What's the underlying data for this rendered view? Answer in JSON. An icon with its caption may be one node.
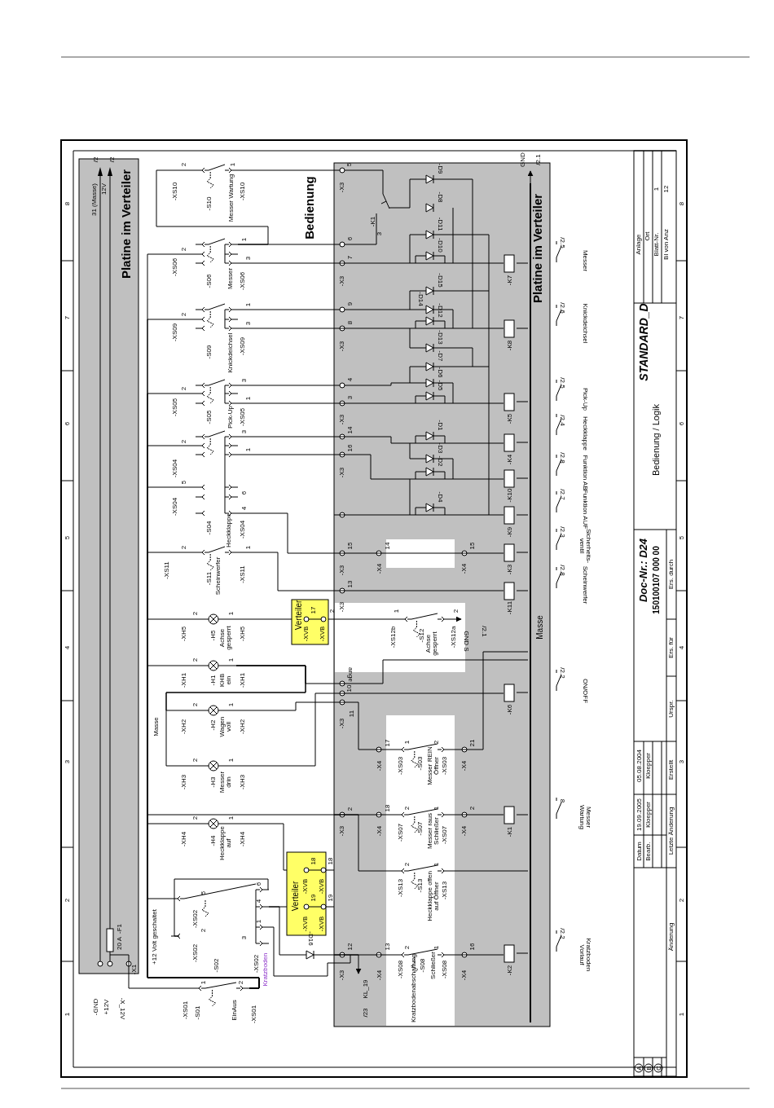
{
  "diagram": {
    "nodes": [
      {
        "text": [
          "Platine im Verteiler"
        ]
      },
      {
        "text": [
          "Platine im Verteiler"
        ]
      },
      {
        "text": [
          "Verteiler"
        ]
      },
      {
        "text": [
          "Verteiler"
        ]
      },
      {
        "text": [
          "-S10",
          "Messer Wartung"
        ]
      },
      {
        "text": [
          "-S06",
          "Messer"
        ]
      },
      {
        "text": [
          "-S09",
          "Knickdeichsel"
        ]
      },
      {
        "text": [
          "-S05",
          "Pick-Up"
        ]
      },
      {
        "text": [
          "-S04",
          "Heckklappe"
        ]
      },
      {
        "text": [
          "-S11",
          "Scheinwerfer"
        ]
      },
      {
        "text": [
          "-H5",
          "Achse gesperrt"
        ]
      },
      {
        "text": [
          "-H1",
          "KHB ein"
        ]
      },
      {
        "text": [
          "-H2",
          "Wagen voll"
        ]
      },
      {
        "text": [
          "-H3",
          "Messer drin"
        ]
      },
      {
        "text": [
          "-H4",
          "Heckklappe auf"
        ]
      },
      {
        "text": [
          "-S02"
        ]
      },
      {
        "text": [
          "-S01",
          "EinAus"
        ]
      },
      {
        "text": [
          "-F1",
          "20 A"
        ],
        "in": 0
      },
      {
        "text": [
          "-S12",
          "Achse gesperrt"
        ],
        "in": 1
      },
      {
        "text": [
          "-S03",
          "Messer REIN Öffner"
        ],
        "in": 1
      },
      {
        "text": [
          "-S07",
          "Messer raus Schließer"
        ],
        "in": 1
      },
      {
        "text": [
          "-S13",
          "Heckklappe offen auf Öffner"
        ],
        "in": 1
      },
      {
        "text": [
          "Kratzbodenabschaltung",
          "-S08",
          "Schließer"
        ],
        "in": 1
      },
      {
        "text": [
          "-D16"
        ]
      },
      {
        "text": [
          "-K7"
        ],
        "in": 1
      },
      {
        "text": [
          "-K8"
        ],
        "in": 1
      },
      {
        "text": [
          "-K5"
        ],
        "in": 1
      },
      {
        "text": [
          "-K4"
        ],
        "in": 1
      },
      {
        "text": [
          "-K10"
        ],
        "in": 1
      },
      {
        "text": [
          "-K9"
        ],
        "in": 1
      },
      {
        "text": [
          "-K3"
        ],
        "in": 1
      },
      {
        "text": [
          "-K11"
        ],
        "in": 1
      },
      {
        "text": [
          "-K6"
        ],
        "in": 1
      },
      {
        "text": [
          "-K1"
        ],
        "in": 1
      },
      {
        "text": [
          "-K2"
        ],
        "in": 1
      },
      {
        "text": [],
        "shape": "bar",
        "in": 1
      },
      {
        "text": [
          "GND S"
        ],
        "beside": [
          "/2.1"
        ],
        "in": 1
      },
      {
        "text": [
          "GND"
        ],
        "beside": [
          "/2.1"
        ]
      },
      {
        "text": [
          "KL_19"
        ],
        "beside": [
          "/23"
        ],
        "in": 1
      }
    ],
    "edges": [
      {
        "from": 4,
        "to": 1,
        "arrow": "none"
      },
      {
        "from": 4,
        "to": 5,
        "arrow": "none"
      },
      {
        "from": 5,
        "to": 1,
        "arrow": "none"
      },
      {
        "from": 5,
        "to": 1,
        "arrow": "none"
      },
      {
        "from": 6,
        "to": 1,
        "arrow": "none"
      },
      {
        "from": 6,
        "to": 1,
        "arrow": "none"
      },
      {
        "from": 7,
        "to": 1,
        "arrow": "none"
      },
      {
        "from": 7,
        "to": 1,
        "arrow": "none"
      },
      {
        "from": 8,
        "to": 1,
        "arrow": "none"
      },
      {
        "from": 8,
        "to": 1,
        "arrow": "none"
      },
      {
        "from": 8,
        "to": 1,
        "arrow": "none"
      },
      {
        "from": 9,
        "to": 1,
        "arrow": "none"
      },
      {
        "from": 10,
        "to": 2,
        "arrow": "none"
      },
      {
        "from": 2,
        "to": 18,
        "arrow": "none"
      },
      {
        "from": 18,
        "to": 36,
        "arrow": "to"
      },
      {
        "from": 11,
        "to": 1,
        "arrow": "none"
      },
      {
        "from": 11,
        "to": 12,
        "arrow": "none"
      },
      {
        "from": 11,
        "to": 13,
        "arrow": "none"
      },
      {
        "from": 12,
        "to": 1,
        "arrow": "none"
      },
      {
        "from": 13,
        "to": 1,
        "arrow": "none"
      },
      {
        "from": 14,
        "to": 3,
        "arrow": "none"
      },
      {
        "from": 3,
        "to": 1,
        "arrow": "none"
      },
      {
        "from": 3,
        "to": 1,
        "arrow": "none"
      },
      {
        "from": 15,
        "to": 3,
        "arrow": "none"
      },
      {
        "from": 15,
        "to": 23,
        "arrow": "none"
      },
      {
        "from": 23,
        "to": 1,
        "arrow": "none"
      },
      {
        "from": 15,
        "to": 1,
        "arrow": "none"
      },
      {
        "from": 17,
        "to": 16,
        "arrow": "none"
      },
      {
        "from": 16,
        "to": 5,
        "arrow": "none"
      },
      {
        "from": 16,
        "to": 6,
        "arrow": "none"
      },
      {
        "from": 16,
        "to": 7,
        "arrow": "none"
      },
      {
        "from": 16,
        "to": 8,
        "arrow": "none"
      },
      {
        "from": 16,
        "to": 8,
        "arrow": "none"
      },
      {
        "from": 16,
        "to": 9,
        "arrow": "none"
      },
      {
        "from": 16,
        "to": 10,
        "arrow": "none"
      },
      {
        "from": 16,
        "to": 11,
        "arrow": "none"
      },
      {
        "from": 16,
        "to": 14,
        "arrow": "none"
      },
      {
        "from": 16,
        "to": 15,
        "arrow": "none"
      },
      {
        "from": 16,
        "to": 1,
        "arrow": "none"
      },
      {
        "from": 20,
        "to": 33,
        "arrow": "none"
      },
      {
        "from": 22,
        "to": 34,
        "arrow": "none"
      },
      {
        "from": 1,
        "to": 24,
        "arrow": "none"
      },
      {
        "from": 1,
        "to": 25,
        "arrow": "none"
      },
      {
        "from": 1,
        "to": 26,
        "arrow": "none"
      },
      {
        "from": 1,
        "to": 27,
        "arrow": "none"
      },
      {
        "from": 1,
        "to": 28,
        "arrow": "none"
      },
      {
        "from": 1,
        "to": 29,
        "arrow": "none"
      },
      {
        "from": 1,
        "to": 30,
        "arrow": "none"
      },
      {
        "from": 1,
        "to": 31,
        "arrow": "none"
      },
      {
        "from": 1,
        "to": 32,
        "arrow": "none"
      },
      {
        "from": 1,
        "to": 35,
        "arrow": "none"
      },
      {
        "from": 19,
        "to": 35,
        "arrow": "none"
      },
      {
        "from": 21,
        "to": 35,
        "arrow": "none"
      },
      {
        "from": 24,
        "to": 35,
        "arrow": "none"
      },
      {
        "from": 25,
        "to": 35,
        "arrow": "none"
      },
      {
        "from": 26,
        "to": 35,
        "arrow": "none"
      },
      {
        "from": 27,
        "to": 35,
        "arrow": "none"
      },
      {
        "from": 28,
        "to": 35,
        "arrow": "none"
      },
      {
        "from": 29,
        "to": 35,
        "arrow": "none"
      },
      {
        "from": 30,
        "to": 35,
        "arrow": "none"
      },
      {
        "from": 31,
        "to": 35,
        "arrow": "none"
      },
      {
        "from": 32,
        "to": 35,
        "arrow": "none"
      },
      {
        "from": 33,
        "to": 35,
        "arrow": "none"
      },
      {
        "from": 34,
        "to": 35,
        "arrow": "none"
      },
      {
        "from": 35,
        "to": 37,
        "arrow": "to"
      },
      {
        "from": 1,
        "to": 19,
        "arrow": "none"
      },
      {
        "from": 1,
        "to": 20,
        "arrow": "none"
      },
      {
        "from": 1,
        "to": 21,
        "arrow": "none"
      },
      {
        "from": 1,
        "to": 22,
        "arrow": "none"
      },
      {
        "from": 1,
        "to": 38,
        "arrow": "to"
      }
    ],
    "labels": [
      "31 (Masse)",
      "12V",
      "/2",
      "/2",
      "-X1",
      "-GND",
      "+12V",
      "-X_12V",
      "+12 Volt geschaltet",
      "Masse",
      "Bedienung",
      "Masse",
      "-XS10",
      "2",
      "-XS10",
      "1",
      "-XS06",
      "2",
      "1",
      "3",
      "-XS06",
      "-XS09",
      "2",
      "1",
      "3",
      "-XS09",
      "-XS05",
      "2",
      "3",
      "1",
      "-XS05",
      "-XS04",
      "2",
      "3",
      "1",
      "-XS04",
      "5",
      "6",
      "4",
      "-XS04",
      "-XS11",
      "2",
      "1",
      "-XS11",
      "-XH5",
      "2",
      "1",
      "-XH5",
      "-XH1",
      "2",
      "1",
      "-XH1",
      "-XH2",
      "2",
      "1",
      "-XH2",
      "-XH3",
      "2",
      "1",
      "-XH3",
      "-XH4",
      "2",
      "1",
      "-XH4",
      "-XS02",
      "5",
      "-XS02",
      "2",
      "6",
      "4",
      "1",
      "3",
      "-XS02",
      "Kratzboden",
      "-XS01",
      "1",
      "2",
      "-XS01",
      "-XVB",
      "17",
      "-XVB",
      "2",
      "-XVB",
      "18",
      "-XVB",
      "18",
      "-XVB",
      "19",
      "-XVB",
      "19",
      "-X3",
      "5",
      "6",
      "-X3",
      "7",
      "9",
      "-X3",
      "8",
      "4",
      "-X3",
      "3",
      "14",
      "-X3",
      "16",
      "-X3",
      "15",
      "-X3",
      "13",
      "ange",
      "-X3",
      "11",
      "10",
      "-X3",
      "2",
      "-X3",
      "12",
      "-X4",
      "14",
      "-X4",
      "15",
      "-X4",
      "17",
      "-X4",
      "21",
      "-X4",
      "18",
      "-X4",
      "2",
      "-X4",
      "13",
      "-X4",
      "16",
      "-XS12b",
      "1",
      "-XS12a",
      "2",
      "-XS03",
      "1",
      "2",
      "-XS03",
      "-XS07",
      "2",
      "1",
      "-XS07",
      "-XS13",
      "2",
      "1",
      "-XS13",
      "-XS08",
      "2",
      "1",
      "-XS08",
      "-K1",
      "3",
      "-D9",
      "-D8",
      "-D11",
      "-D10",
      "-D15",
      "-D14",
      "-D12",
      "-D13",
      "-D7",
      "-D6",
      "-D5",
      "-D1",
      "-D3",
      "-D2",
      "-D4",
      "Messer",
      "/2.5",
      "Knickdeichsel",
      "/2.6",
      "Pick-Up",
      "/2.5",
      "Heckklappe",
      "/2.4",
      "Funktion AB",
      "/2.8",
      "Funktion AUF",
      "/2.7",
      "Sicherheits- ventil",
      "/2.3",
      "Scheinwerfer",
      "/2.8",
      "ON/OFF",
      "/2.2",
      "Messer Wartung",
      "8",
      "Kratzboden Vorlauf",
      "/2.2",
      "STANDARD_D",
      "Bedienung / Logik",
      "Doc-Nr.: D24",
      "150100107 000 00",
      "Anlage",
      "Ort",
      "Blatt-Nr.",
      "1",
      "Bl von Anz",
      "12",
      "Ers. durch",
      "Ers. für",
      "Urspr.",
      "Erstellt",
      "Letzte Änderung",
      "Änderung",
      "Datum",
      "19.09.2005",
      "05.08.2004",
      "Bearb.",
      "Kloepper",
      "Kloepper",
      "A",
      "B",
      "C",
      "1",
      "2",
      "3",
      "4",
      "5",
      "6",
      "7",
      "8",
      "1",
      "2",
      "3",
      "4",
      "5",
      "6",
      "7",
      "8"
    ]
  }
}
